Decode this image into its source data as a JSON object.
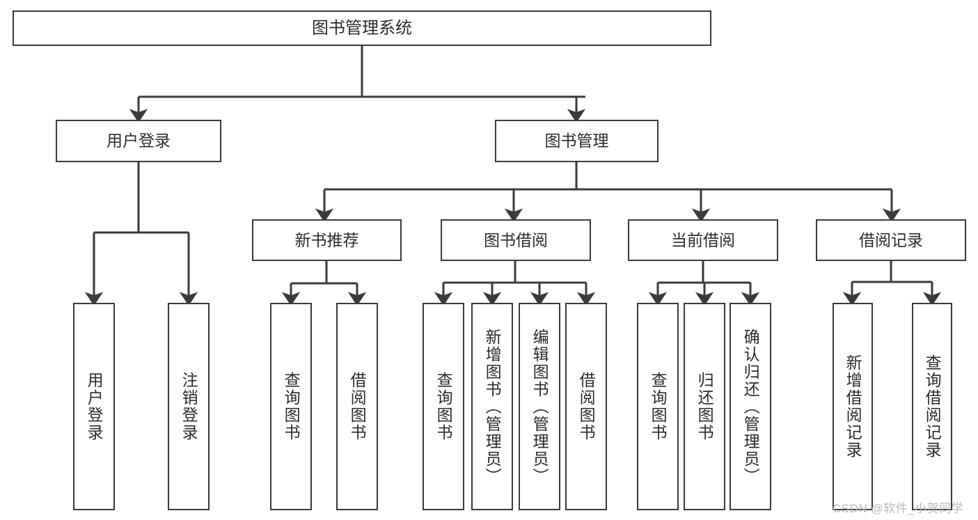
{
  "diagram": {
    "title": "图书管理系统",
    "type": "hierarchy-tree",
    "watermark": "CSDN @软件_小贺同学",
    "colors": {
      "stroke": "#3a3a3a",
      "text": "#2b2b2b",
      "background": "#ffffff",
      "watermark": "#b9b9b9"
    },
    "nodes": {
      "root": {
        "label": "图书管理系统"
      },
      "level2": [
        {
          "label": "用户登录"
        },
        {
          "label": "图书管理"
        }
      ],
      "level3": [
        {
          "label": "新书推荐"
        },
        {
          "label": "图书借阅"
        },
        {
          "label": "当前借阅"
        },
        {
          "label": "借阅记录"
        }
      ],
      "leaves_user_login": [
        {
          "label": "用户登录"
        },
        {
          "label": "注销登录"
        }
      ],
      "leaves_new_books": [
        {
          "label": "查询图书"
        },
        {
          "label": "借阅图书"
        }
      ],
      "leaves_borrow": [
        {
          "label": "查询图书"
        },
        {
          "label": "新增图书（管理员）"
        },
        {
          "label": "编辑图书（管理员）"
        },
        {
          "label": "借阅图书"
        }
      ],
      "leaves_current": [
        {
          "label": "查询图书"
        },
        {
          "label": "归还图书"
        },
        {
          "label": "确认归还（管理员）"
        }
      ],
      "leaves_records": [
        {
          "label": "新增借阅记录"
        },
        {
          "label": "查询借阅记录"
        }
      ]
    }
  }
}
